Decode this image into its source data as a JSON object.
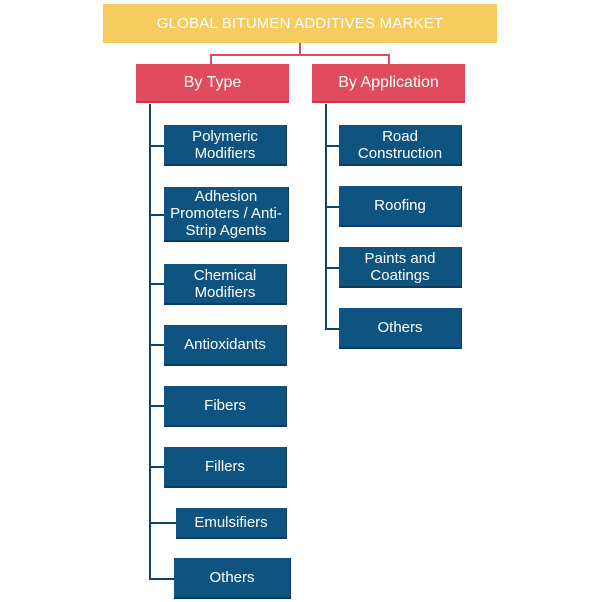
{
  "title": "GLOBAL BITUMEN ADDITIVES MARKET",
  "categories": [
    {
      "label": "By Type",
      "items": [
        "Polymeric\nModifiers",
        "Adhesion\nPromoters / Anti-\nStrip Agents",
        "Chemical\nModifiers",
        "Antioxidants",
        "Fibers",
        "Fillers",
        "Emulsifiers",
        "Others"
      ]
    },
    {
      "label": "By Application",
      "items": [
        "Road\nConstruction",
        "Roofing",
        "Paints and\nCoatings",
        "Others"
      ]
    }
  ],
  "colors": {
    "title_bg": "#f7cc5e",
    "category_bg": "#e04b5e",
    "leaf_bg": "#0f5480",
    "connector": "#0f4466"
  }
}
